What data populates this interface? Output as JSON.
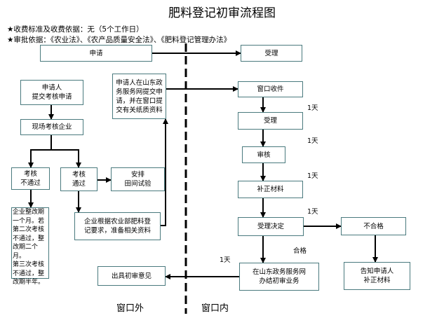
{
  "title": "肥料登记初审流程图",
  "notes": [
    "★收费标准及收费依据：无（5个工作日）",
    "★审批依据：《农业法》、《农产品质量安全法》、《肥料登记管理办法》"
  ],
  "boxes": {
    "apply": "申请",
    "accept_top": "受理",
    "applicant_submit": "申请人\n提交考核申请",
    "online_apply": "申请人在山东政\n务服务网提交申\n请，并在窗口提\n交有关纸质资料",
    "window_receive": "窗口收件",
    "field_inspect": "现场考核企业",
    "accept2": "受理",
    "fail": "考核\n不通过",
    "pass": "考核\n通过",
    "arrange": "安排\n田间试验",
    "review": "审核",
    "supplement": "补正材料",
    "rectify": "企业整改期\n一个月。若\n第二次考核\n不通过，整\n改期二个月。\n第三次考核\n不通过，整\n改期半年。",
    "prepare": "企业根据农业部肥料登\n记要求，准备相关资料",
    "decision": "受理决定",
    "unqualified": "不合格",
    "issue_opinion": "出具初审意见",
    "online_process": "在山东政务服务网\n办结初审业务",
    "notify": "告知申请人\n补正材料"
  },
  "labels": {
    "day1": "1天",
    "day2": "1天",
    "day3": "1天",
    "day4": "1天",
    "day5": "1天",
    "qualified": "合格"
  },
  "sides": {
    "outside": "窗口外",
    "inside": "窗口内"
  },
  "colors": {
    "box_border": "#4a7a7e",
    "line": "#000000"
  }
}
